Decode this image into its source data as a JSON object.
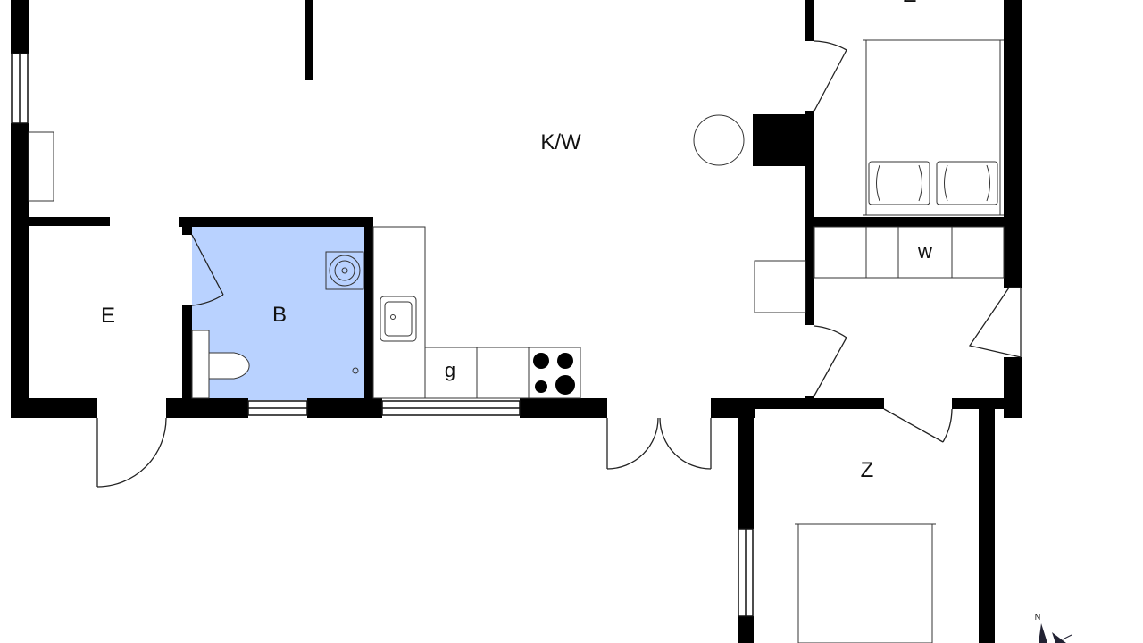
{
  "colors": {
    "wall": "#000000",
    "bathroom_fill": "#b9d2ff",
    "line": "#222222",
    "background": "#ffffff"
  },
  "rooms": {
    "kitchen_living": "K/W",
    "bathroom": "B",
    "entrance": "E",
    "bedroom_lower": "Z",
    "bedroom_upper": "Z"
  },
  "fixtures": {
    "washer": "w",
    "gas": "g"
  },
  "compass": {
    "north": "N"
  }
}
